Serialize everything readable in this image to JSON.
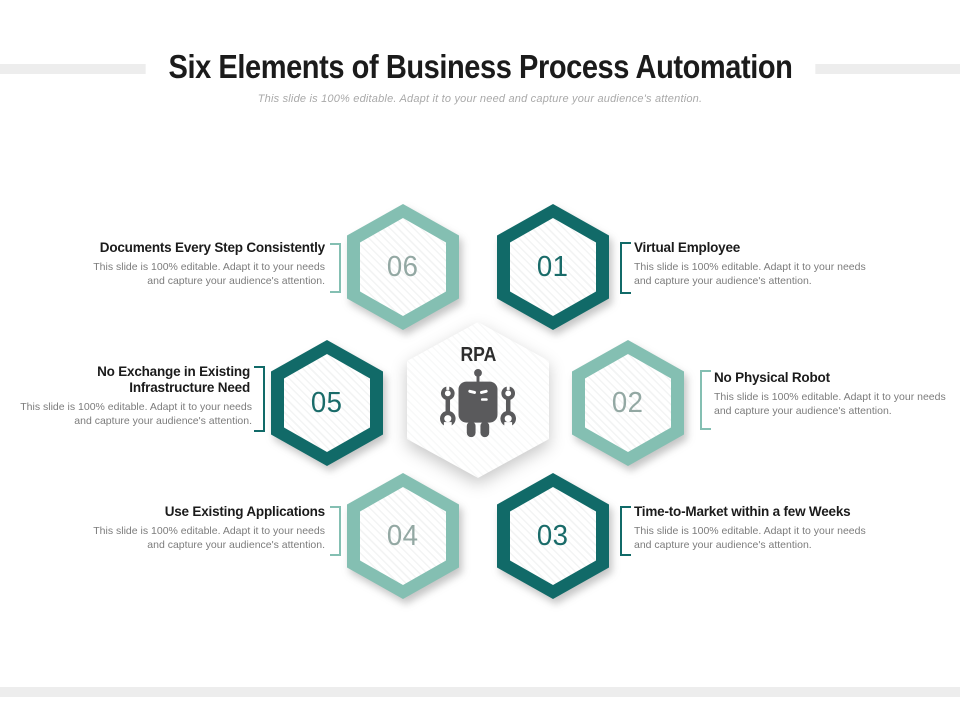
{
  "slide": {
    "title": "Six Elements of Business Process Automation",
    "subtitle": "This slide is 100% editable. Adapt it to your need and capture your audience's attention.",
    "center": {
      "label": "RPA",
      "icon": "robot-icon"
    },
    "items": [
      {
        "number": "01",
        "heading": "Virtual Employee",
        "description": "This slide is 100% editable. Adapt it to your needs and capture your audience's attention.",
        "variant": "dark",
        "text_side": "right"
      },
      {
        "number": "02",
        "heading": "No Physical Robot",
        "description": "This slide is 100% editable. Adapt it to your needs and capture your audience's attention.",
        "variant": "light",
        "text_side": "right"
      },
      {
        "number": "03",
        "heading": "Time-to-Market within a few Weeks",
        "description": "This slide is 100% editable. Adapt it to your needs and capture your audience's attention.",
        "variant": "dark",
        "text_side": "right"
      },
      {
        "number": "04",
        "heading": "Use Existing Applications",
        "description": "This slide is 100% editable. Adapt it to your needs and capture your audience's attention.",
        "variant": "light",
        "text_side": "left"
      },
      {
        "number": "05",
        "heading": "No Exchange in Existing Infrastructure Need",
        "description": "This slide is 100% editable. Adapt it to your needs and capture your audience's attention.",
        "variant": "dark",
        "text_side": "left"
      },
      {
        "number": "06",
        "heading": "Documents Every Step Consistently",
        "description": "This slide is 100% editable. Adapt it to your needs and capture your audience's attention.",
        "variant": "light",
        "text_side": "left"
      }
    ],
    "colors": {
      "dark_teal": "#116a68",
      "light_teal": "#84bfb2",
      "number_dark": "#196b69",
      "number_light": "#93a8a3",
      "heading_text": "#1b1b1b",
      "body_text": "#7c7c7c",
      "subtitle_text": "#a9a9a9",
      "robot_gray": "#5a5a5c",
      "band_gray": "#ededed"
    }
  }
}
